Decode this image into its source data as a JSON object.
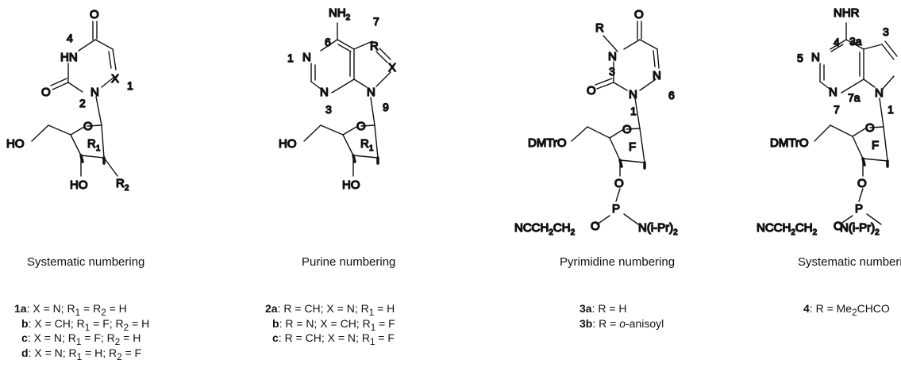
{
  "captions": {
    "c1": "Systematic numbering",
    "c2": "Purine numbering",
    "c3": "Pyrimidine numbering",
    "c4": "Systematic numbering"
  },
  "s1": {
    "o_top": "O",
    "ring_n4": "4",
    "nh": "HN",
    "c1_x": "X",
    "c1_num": "1",
    "o_left": "O",
    "n2": "N",
    "n2_num": "2",
    "o_ring": "O",
    "ho_chain": "HO",
    "r1_sub": "R",
    "r1_idx": "1",
    "ho_low": "HO",
    "r2_sub": "R",
    "r2_idx": "2"
  },
  "s2": {
    "nh2": "NH",
    "nh2_idx": "2",
    "num6": "6",
    "num7": "7",
    "r": "R",
    "x": "X",
    "num1": "1",
    "n1": "N",
    "n3": "N",
    "num3": "3",
    "n9": "N",
    "num9": "9",
    "o_ring": "O",
    "ho_chain": "HO",
    "r1_sub": "R",
    "r1_idx": "1",
    "ho_low": "HO"
  },
  "s3": {
    "r": "R",
    "o_top": "O",
    "n3": "N",
    "num3": "3",
    "o_left": "O",
    "n_low": "N",
    "n1": "N",
    "num1": "1",
    "num6": "6",
    "o_ring": "O",
    "dmtro": "DMTrO",
    "f": "F",
    "o_phos": "O",
    "p": "P",
    "o_chain": "O",
    "ncc": "NCCH",
    "ncc2": "CH",
    "ncc_idx": "2",
    "ncc_idx2": "2",
    "nipr": "N(i-Pr)",
    "nipr_idx": "2"
  },
  "s4": {
    "nhr": "NHR",
    "num4": "4",
    "num3a": "3a",
    "num3": "3",
    "num5": "5",
    "n5": "N",
    "n7": "N",
    "num7": "7",
    "num7a": "7a",
    "n1": "N",
    "num1": "1",
    "o_ring": "O",
    "dmtro": "DMTrO",
    "f": "F",
    "o_phos": "O",
    "p": "P",
    "o_chain": "O",
    "ncc": "NCCH",
    "ncc2": "CH",
    "ncc_idx": "2",
    "ncc_idx2": "2",
    "nipr": "N(i-Pr)",
    "nipr_idx": "2"
  },
  "legends": {
    "g1": [
      {
        "label": "1a",
        "text": ": X = N; R"
      },
      {
        "label": "b",
        "text": ": X = CH; R"
      },
      {
        "label": "c",
        "text": ": X = N; R"
      },
      {
        "label": "d",
        "text": ": X = N; R"
      }
    ],
    "g1_tails": [
      "1",
      " = R",
      "2",
      " = H"
    ],
    "g1b_tail": [
      "1",
      " = F; R",
      "2",
      " = H"
    ],
    "g1c_tail": [
      "1",
      " = F; R",
      "2",
      " = H"
    ],
    "g1d_tail": [
      "1",
      " = H; R",
      "2",
      " = F"
    ],
    "g2": [
      {
        "label": "2a",
        "text": ": R = CH; X = N; R",
        "sub": "1",
        "tail": " = H"
      },
      {
        "label": "b",
        "text": ": R = N; X = CH; R",
        "sub": "1",
        "tail": " = F"
      },
      {
        "label": "c",
        "text": ": R = CH; X = N; R",
        "sub": "1",
        "tail": " = F"
      }
    ],
    "g3": [
      {
        "label": "3a",
        "text": ": R = H",
        "italic": ""
      },
      {
        "label": "3b",
        "text": ": R = ",
        "italic": "o",
        "tail": "-anisoyl"
      }
    ],
    "g4": {
      "label": "4",
      "text": ": R = Me",
      "sub": "2",
      "tail": "CHCO"
    }
  }
}
